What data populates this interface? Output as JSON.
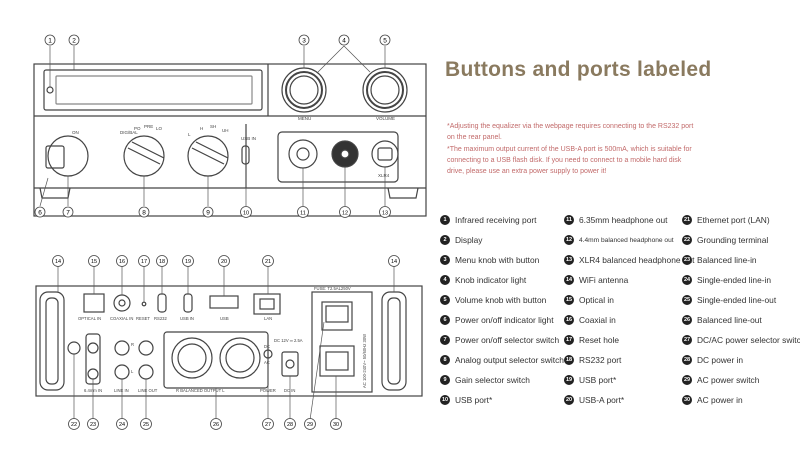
{
  "title": "Buttons and ports labeled",
  "notes": [
    "*Adjusting the equalizer via the webpage requires connecting to the RS232 port",
    "on the rear panel.",
    "*The maximum output current of the USB-A port is 500mA, which is suitable for",
    "connecting to a USB flash disk. If you need to connect to a mobile hard disk",
    "drive, please use an extra power supply to power it!"
  ],
  "legend": [
    {
      "n": "1",
      "label": "Infrared receiving port"
    },
    {
      "n": "2",
      "label": "Display"
    },
    {
      "n": "3",
      "label": "Menu knob with button"
    },
    {
      "n": "4",
      "label": "Knob indicator light"
    },
    {
      "n": "5",
      "label": "Volume knob with button"
    },
    {
      "n": "6",
      "label": "Power on/off indicator light"
    },
    {
      "n": "7",
      "label": "Power on/off selector switch"
    },
    {
      "n": "8",
      "label": "Analog output selector switch"
    },
    {
      "n": "9",
      "label": "Gain selector switch"
    },
    {
      "n": "10",
      "label": "USB port*"
    },
    {
      "n": "11",
      "label": "6.35mm headphone out"
    },
    {
      "n": "12",
      "label": "4.4mm balanced headphone out"
    },
    {
      "n": "13",
      "label": "XLR4 balanced headphone out"
    },
    {
      "n": "14",
      "label": "WiFi antenna"
    },
    {
      "n": "15",
      "label": "Optical in"
    },
    {
      "n": "16",
      "label": "Coaxial in"
    },
    {
      "n": "17",
      "label": "Reset hole"
    },
    {
      "n": "18",
      "label": "RS232 port"
    },
    {
      "n": "19",
      "label": "USB port*"
    },
    {
      "n": "20",
      "label": "USB-A port*"
    },
    {
      "n": "21",
      "label": "Ethernet port (LAN)"
    },
    {
      "n": "22",
      "label": "Grounding terminal"
    },
    {
      "n": "23",
      "label": "Balanced line-in"
    },
    {
      "n": "24",
      "label": "Single-ended line-in"
    },
    {
      "n": "25",
      "label": "Single-ended line-out"
    },
    {
      "n": "26",
      "label": "Balanced line-out"
    },
    {
      "n": "27",
      "label": "DC/AC power selector switch"
    },
    {
      "n": "28",
      "label": "DC power in"
    },
    {
      "n": "29",
      "label": "AC power switch"
    },
    {
      "n": "30",
      "label": "AC power in"
    }
  ],
  "front_callouts_top": [
    "1",
    "2",
    "3",
    "4",
    "5"
  ],
  "front_callouts_bottom": [
    "6",
    "7",
    "8",
    "9",
    "10",
    "11",
    "12",
    "13"
  ],
  "rear_callouts_top": [
    "14",
    "15",
    "16",
    "17",
    "18",
    "19",
    "20",
    "21",
    "14"
  ],
  "rear_callouts_bottom": [
    "22",
    "23",
    "24",
    "25",
    "26",
    "27",
    "28",
    "29",
    "30"
  ],
  "front_labels": {
    "menu": "MENU",
    "volume": "VOLUME",
    "on": "ON",
    "usb_in": "USB IN",
    "switch_a": [
      "DIG/BAL",
      "PO",
      "PRE",
      "LO"
    ],
    "switch_b": [
      "L",
      "H",
      "SH",
      "UH"
    ],
    "xlr": "XLR4"
  },
  "rear_labels": {
    "optical_in": "OPTICAL IN",
    "coaxial_in": "COAXIAL IN",
    "reset": "RESET",
    "rs232": "RS232",
    "usb_in": "USB IN",
    "usb": "USB",
    "lan": "LAN",
    "line_in": "LINE IN",
    "line_out": "LINE OUT",
    "balanced_output": "R    BALANCED OUTPUT    L",
    "power": "POWER",
    "dc_in": "DC IN",
    "dc": "DC",
    "ac": "AC",
    "dc_spec": "DC 12V ═ 2.5A",
    "fuse": "FUSE: T2.5AL250V",
    "ac_spec": "AC 100-240V~  50/60Hz  30W",
    "mm": "6.4mm IN",
    "r": "R",
    "l": "L"
  }
}
